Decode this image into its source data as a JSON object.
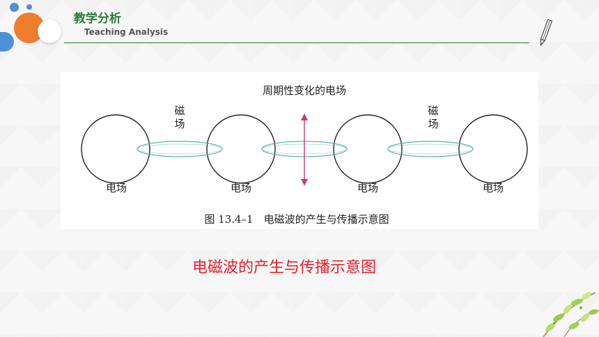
{
  "header": {
    "title": "教学分析",
    "subtitle": "Teaching Analysis"
  },
  "colors": {
    "accent_green": "#2f7a3a",
    "caption_red": "#e8202a",
    "magnetic_ring": "#5fb0ad",
    "arrow_purple": "#c23a83",
    "dot_orange": "#ee7d2e",
    "dot_blue": "#4e8fd8"
  },
  "figure": {
    "top_label": "周期性变化的电场",
    "magnetic_labels": [
      {
        "line1": "磁",
        "line2": "场"
      },
      {
        "line1": "磁",
        "line2": "场"
      }
    ],
    "electric_labels": [
      "电场",
      "电场",
      "电场",
      "电场"
    ],
    "caption": "图 13.4–1　电磁波的产生与传播示意图"
  },
  "caption": "电磁波的产生与传播示意图",
  "icons": [
    "pencil-icon",
    "leaf-branch-icon"
  ]
}
